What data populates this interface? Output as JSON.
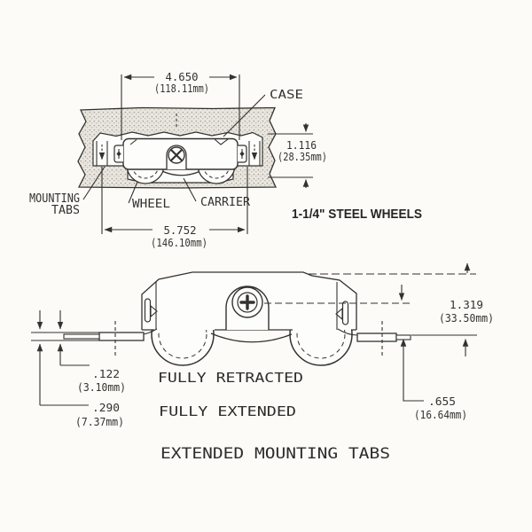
{
  "drawing": {
    "product_title": "1-1/4\" STEEL WHEELS",
    "caption": "EXTENDED MOUNTING TABS"
  },
  "top_view": {
    "width_dim": {
      "value": "4.650",
      "metric": "(118.11mm)"
    },
    "depth_dim": {
      "value": "1.116",
      "metric": "(28.35mm)"
    },
    "span_dim": {
      "value": "5.752",
      "metric": "(146.10mm)"
    },
    "labels": {
      "case": "CASE",
      "mounting_tabs_line1": "MOUNTING",
      "mounting_tabs_line2": "TABS",
      "wheel": "WHEEL",
      "carrier": "CARRIER"
    }
  },
  "side_view": {
    "height_dim": {
      "value": "1.319",
      "metric": "(33.50mm)"
    },
    "tab_dim": {
      "value": ".655",
      "metric": "(16.64mm)"
    },
    "retracted_dim": {
      "value": ".122",
      "metric": "(3.10mm)",
      "label": "FULLY RETRACTED"
    },
    "extended_dim": {
      "value": ".290",
      "metric": "(7.37mm)",
      "label": "FULLY EXTENDED"
    }
  }
}
